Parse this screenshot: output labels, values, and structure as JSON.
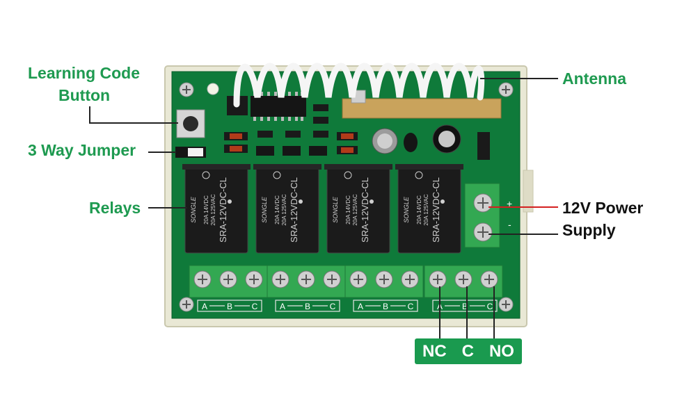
{
  "labels": {
    "learning_line1": "Learning Code",
    "learning_line2": "Button",
    "jumper": "3 Way Jumper",
    "relays": "Relays",
    "antenna": "Antenna",
    "power_line1": "12V Power",
    "power_line2": "Supply"
  },
  "contacts": {
    "nc": "NC",
    "c": "C",
    "no": "NO"
  },
  "relay_markings": {
    "brand": "SONGLE",
    "model": "SRA-12VDC-CL",
    "rating1": "20A 14VDC",
    "rating2": "20A 125VAC"
  },
  "terminal_labels": [
    "A",
    "B",
    "C"
  ],
  "power_polarity": {
    "plus": "+",
    "minus": "-"
  },
  "colors": {
    "label_green": "#1e9a50",
    "pcb_green": "#0f7a3a",
    "terminal_green": "#33a852",
    "relay_black": "#1b1b1b"
  }
}
